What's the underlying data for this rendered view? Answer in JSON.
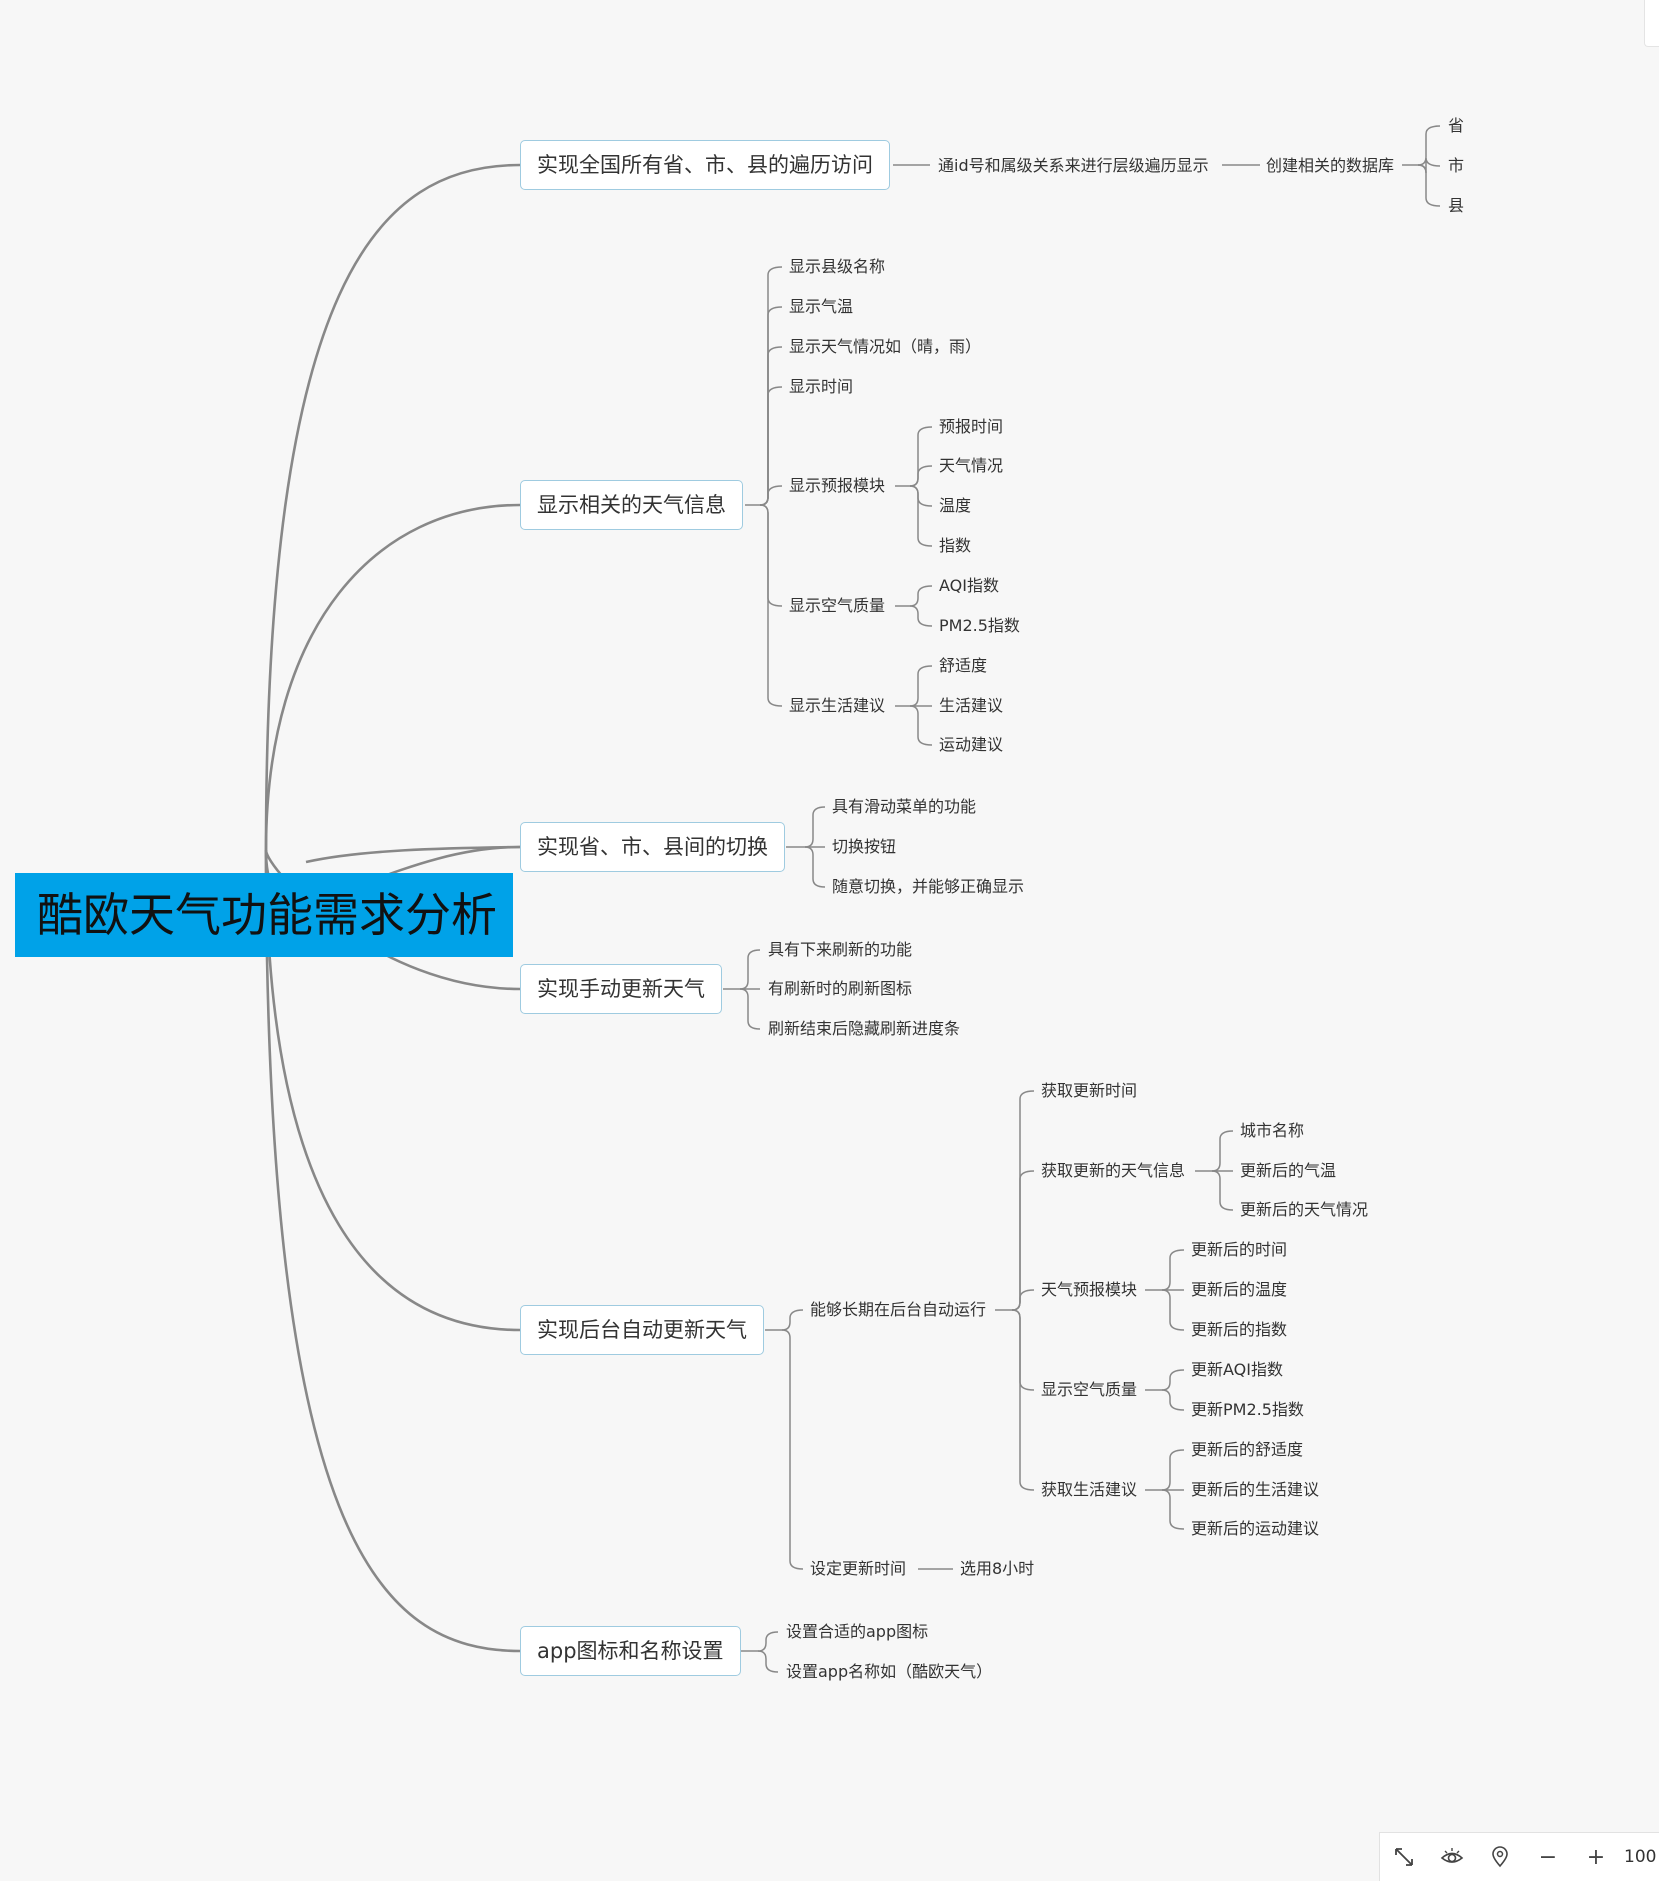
{
  "root": {
    "title": "酷欧天气功能需求分析"
  },
  "branches": [
    {
      "label": "实现全国所有省、市、县的遍历访问",
      "children": [
        {
          "label": "通id号和属级关系来进行层级遍历显示",
          "children": [
            {
              "label": "创建相关的数据库",
              "children": [
                {
                  "label": "省"
                },
                {
                  "label": "市"
                },
                {
                  "label": "县"
                }
              ]
            }
          ]
        }
      ]
    },
    {
      "label": "显示相关的天气信息",
      "children": [
        {
          "label": "显示县级名称"
        },
        {
          "label": "显示气温"
        },
        {
          "label": "显示天气情况如（晴，雨）"
        },
        {
          "label": "显示时间"
        },
        {
          "label": "显示预报模块",
          "children": [
            {
              "label": "预报时间"
            },
            {
              "label": "天气情况"
            },
            {
              "label": "温度"
            },
            {
              "label": "指数"
            }
          ]
        },
        {
          "label": "显示空气质量",
          "children": [
            {
              "label": "AQI指数"
            },
            {
              "label": "PM2.5指数"
            }
          ]
        },
        {
          "label": "显示生活建议",
          "children": [
            {
              "label": "舒适度"
            },
            {
              "label": "生活建议"
            },
            {
              "label": "运动建议"
            }
          ]
        }
      ]
    },
    {
      "label": "实现省、市、县间的切换",
      "children": [
        {
          "label": "具有滑动菜单的功能"
        },
        {
          "label": "切换按钮"
        },
        {
          "label": "随意切换，并能够正确显示"
        }
      ]
    },
    {
      "label": "实现手动更新天气",
      "children": [
        {
          "label": "具有下来刷新的功能"
        },
        {
          "label": "有刷新时的刷新图标"
        },
        {
          "label": "刷新结束后隐藏刷新进度条"
        }
      ]
    },
    {
      "label": "实现后台自动更新天气",
      "children": [
        {
          "label": "能够长期在后台自动运行",
          "children": [
            {
              "label": "获取更新时间"
            },
            {
              "label": "获取更新的天气信息",
              "children": [
                {
                  "label": "城市名称"
                },
                {
                  "label": "更新后的气温"
                },
                {
                  "label": "更新后的天气情况"
                }
              ]
            },
            {
              "label": "天气预报模块",
              "children": [
                {
                  "label": "更新后的时间"
                },
                {
                  "label": "更新后的温度"
                },
                {
                  "label": "更新后的指数"
                }
              ]
            },
            {
              "label": "显示空气质量",
              "children": [
                {
                  "label": "更新AQI指数"
                },
                {
                  "label": "更新PM2.5指数"
                }
              ]
            },
            {
              "label": "获取生活建议",
              "children": [
                {
                  "label": "更新后的舒适度"
                },
                {
                  "label": "更新后的生活建议"
                },
                {
                  "label": "更新后的运动建议"
                }
              ]
            }
          ]
        },
        {
          "label": "设定更新时间",
          "children": [
            {
              "label": "选用8小时"
            }
          ]
        }
      ]
    },
    {
      "label": "app图标和名称设置",
      "children": [
        {
          "label": "设置合适的app图标"
        },
        {
          "label": "设置app名称如（酷欧天气）"
        }
      ]
    }
  ],
  "toolbar": {
    "fit_icon": "expand-arrows-icon",
    "view_icon": "eye-icon",
    "locate_icon": "map-pin-icon",
    "zoom_out_label": "−",
    "zoom_in_label": "+",
    "zoom_level": "100"
  },
  "colors": {
    "root_fill": "#00a2e8",
    "main_border": "#9fcbe0",
    "line": "#888888"
  }
}
